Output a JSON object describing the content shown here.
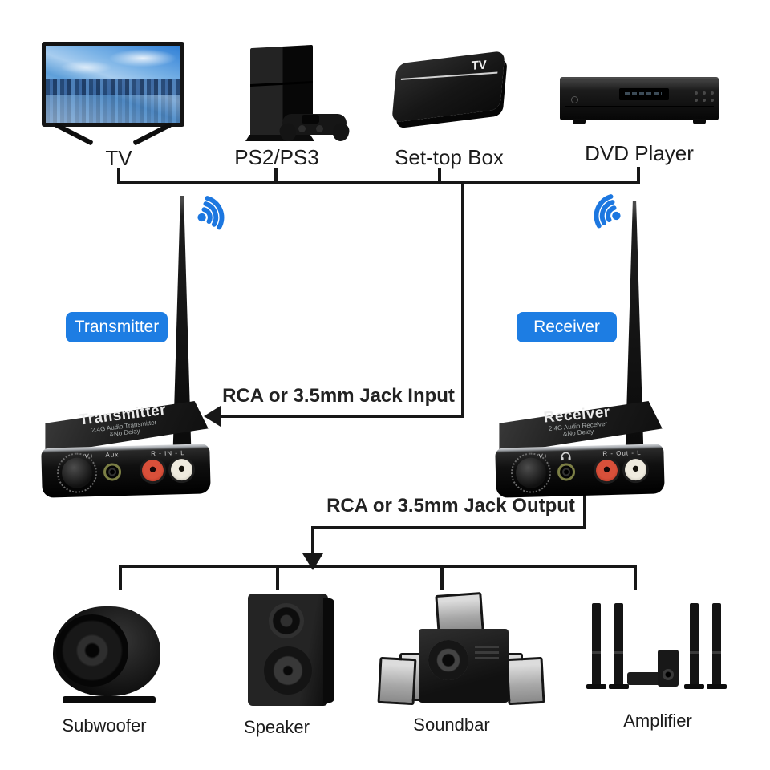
{
  "colors": {
    "accent_blue": "#1d7de3",
    "wifi_blue": "#1c77e0",
    "line_color": "#171717",
    "background": "#ffffff"
  },
  "sources": {
    "tv": {
      "label": "TV"
    },
    "console": {
      "label": "PS2/PS3"
    },
    "settop": {
      "label": "Set-top Box",
      "logo": "TV"
    },
    "dvd": {
      "label": "DVD Player"
    }
  },
  "transmitter": {
    "tag": "Transmitter",
    "title": "Transmitter",
    "subtitle_line1": "2.4G Audio Transmitter",
    "subtitle_line2": "&No Delay",
    "front": {
      "volume_label": "V+",
      "aux_label": "Aux",
      "rca_labels": "R - IN - L"
    }
  },
  "receiver": {
    "tag": "Receiver",
    "title": "Receiver",
    "subtitle_line1": "2.4G Audio Receiver",
    "subtitle_line2": "&No Delay",
    "front": {
      "volume_label": "V+",
      "rca_labels": "R - Out - L"
    }
  },
  "connections": {
    "input_label": "RCA or 3.5mm Jack Input",
    "output_label": "RCA or 3.5mm Jack Output"
  },
  "outputs": {
    "subwoofer": {
      "label": "Subwoofer"
    },
    "speaker": {
      "label": "Speaker"
    },
    "soundbar": {
      "label": "Soundbar"
    },
    "amplifier": {
      "label": "Amplifier"
    }
  },
  "icons": {
    "wifi_icon": "wifi-signal-arcs",
    "headphone_icon": "headphones"
  }
}
